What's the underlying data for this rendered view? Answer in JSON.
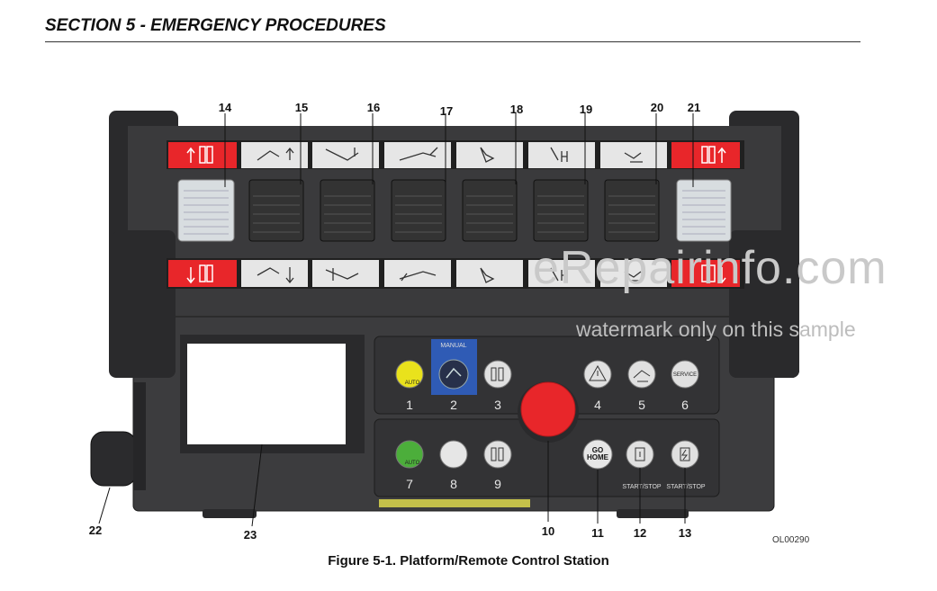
{
  "header": {
    "title": "SECTION 5 - EMERGENCY PROCEDURES"
  },
  "figure": {
    "caption": "Figure 5-1. Platform/Remote Control Station",
    "ref_code": "OL00290",
    "top_callouts": [
      "14",
      "15",
      "16",
      "17",
      "18",
      "19",
      "20",
      "21"
    ],
    "bottom_callouts": [
      "22",
      "23",
      "10",
      "11",
      "12",
      "13"
    ],
    "button_numbers": [
      "1",
      "2",
      "3",
      "4",
      "5",
      "6",
      "7",
      "8",
      "9"
    ],
    "labels": {
      "manual": "MANUAL",
      "auto": "AUTO",
      "service": "SERVICE",
      "go": "GO",
      "home": "HOME",
      "start_stop": "START/STOP"
    }
  },
  "watermark": {
    "line1": "eRepairinfo.com",
    "line2": "watermark only on this sample"
  },
  "colors": {
    "panel": "#2e2e30",
    "red": "#e8262a",
    "yellow": "#e9e21c",
    "green": "#4cae3b",
    "blue": "#2f5bb5"
  }
}
